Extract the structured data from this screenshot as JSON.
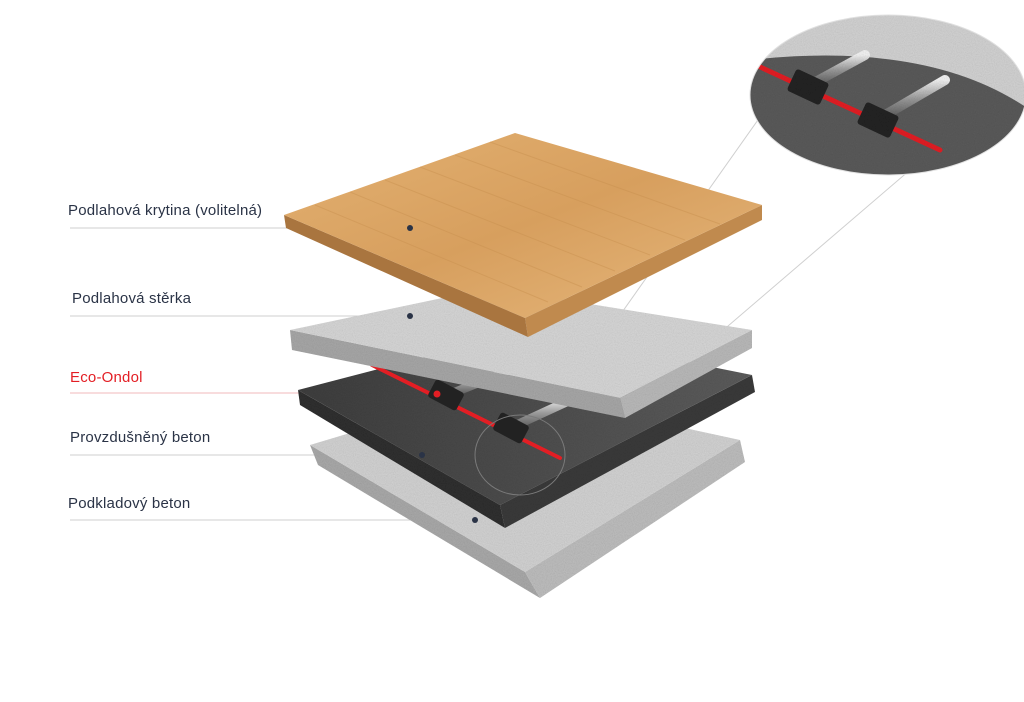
{
  "layers": [
    {
      "id": "flooring",
      "label": "Podlahová krytina (volitelná)",
      "color": "#2a3346"
    },
    {
      "id": "screed",
      "label": "Podlahová stěrka",
      "color": "#2a3346"
    },
    {
      "id": "eco-ondol",
      "label": "Eco-Ondol",
      "color": "#e31e24"
    },
    {
      "id": "aerated",
      "label": "Provzdušněný beton",
      "color": "#2a3346"
    },
    {
      "id": "base",
      "label": "Podkladový beton",
      "color": "#2a3346"
    }
  ],
  "colors": {
    "label_text": "#2a3346",
    "accent": "#e31e24",
    "wood": "#d9a566",
    "concrete_light": "#c9c9c9",
    "concrete_dark": "#4b4b4b",
    "leader_line": "#c8c8c8"
  }
}
